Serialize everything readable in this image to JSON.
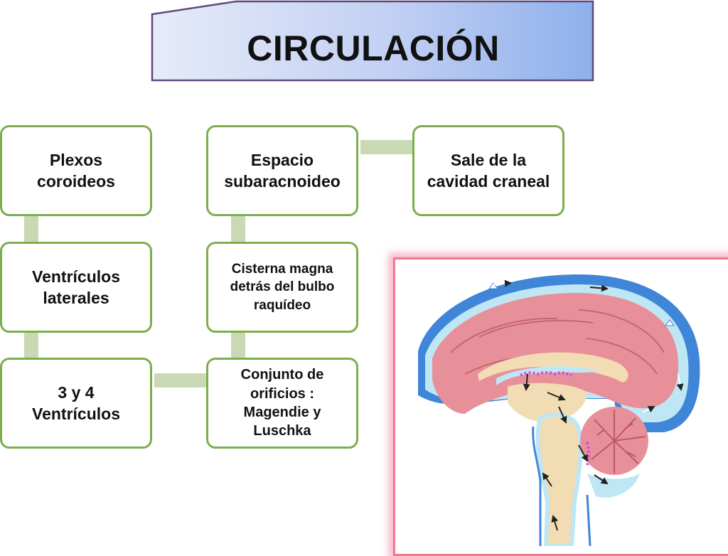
{
  "title": "CIRCULACIÓN",
  "flow": {
    "plexos": "Plexos\ncoroideos",
    "ventriculos_laterales": "Ventrículos\nlaterales",
    "tercer_cuarto": "3 y 4\nVentrículos",
    "conjunto": "Conjunto de\norificios :\nMagendie y\nLuschka",
    "cisterna": "Cisterna magna\ndetrás del bulbo\nraquídeo",
    "espacio": "Espacio\nsubaracnoideo",
    "sale": "Sale de la\ncavidad craneal"
  },
  "colors": {
    "box_border": "#7cae4d",
    "connector": "#c9d9b4",
    "banner_left": "#e6ebf9",
    "banner_right": "#8fb0ec",
    "banner_border": "#604a7b",
    "frame_border": "#f07a92"
  },
  "illustration": {
    "subject": "sagittal brain section showing cerebrospinal fluid circulation"
  }
}
